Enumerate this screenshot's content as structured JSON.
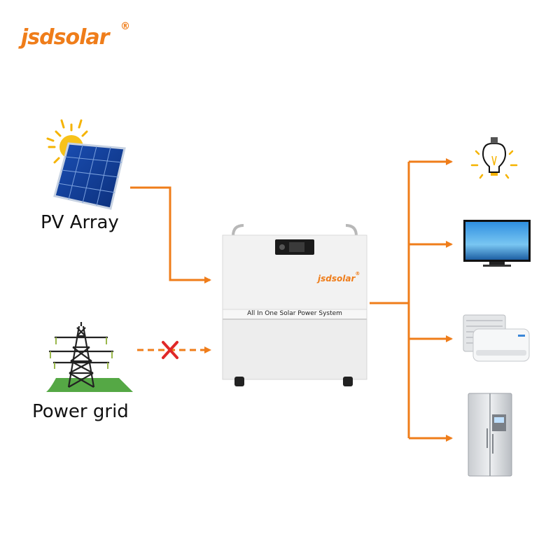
{
  "brand": {
    "logo_text": "jsdsolar",
    "registered_mark": "®"
  },
  "sources": {
    "pv": {
      "label": "PV Array"
    },
    "grid": {
      "label": "Power grid",
      "disconnected_marker": "x-mark"
    }
  },
  "unit": {
    "logo_text": "jsdsolar",
    "registered_mark": "®",
    "caption": "All In One Solar Power System"
  },
  "loads": [
    {
      "icon": "light-bulb-icon"
    },
    {
      "icon": "tv-icon"
    },
    {
      "icon": "air-conditioner-icon"
    },
    {
      "icon": "refrigerator-icon"
    }
  ],
  "colors": {
    "accent": "#ef7d1a",
    "blocked": "#e02828",
    "tower": "#222222"
  }
}
